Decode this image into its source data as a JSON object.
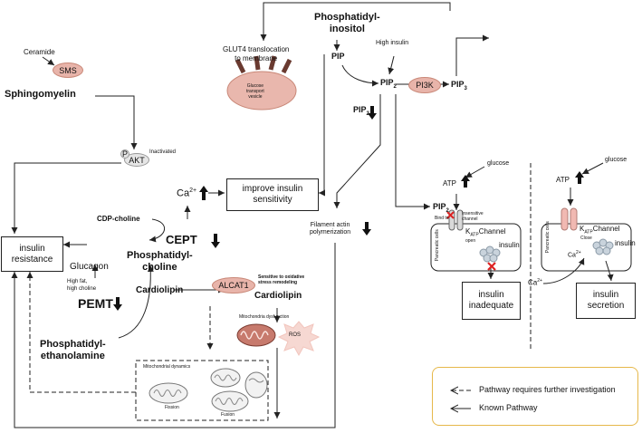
{
  "nodes": {
    "ceramide": "Ceramide",
    "sms": "SMS",
    "sphingomyelin": "Sphingomyelin",
    "akt_p": "P",
    "akt": "AKT",
    "inactivated": "Inactivated",
    "insulin_resistance": "insulin resistance",
    "glucagon": "Glucagon",
    "high_fat": "High fat,\nhigh choline",
    "pemt": "PEMT",
    "cdp_choline": "CDP-choline",
    "phosphatidylcholine": "Phosphatidyl-\ncholine",
    "cept": "CEPT",
    "ca": "Ca",
    "ca_sup": "2+",
    "improve_insulin": "improve insulin sensitivity",
    "cardiolipin_left": "Cardiolipin",
    "alcat1": "ALCAT1",
    "oxidative": "Sensitive to oxidative\nstress remodeling",
    "cardiolipin_right": "Cardiolipin",
    "mito_dysfunction": "Mitochondria dysfunction",
    "ros": "ROS",
    "phosphatidylethanolamine": "Phosphatidyl-\nethanolamine",
    "mito_dynamics": "Mitochondrial dynamics",
    "fission": "Fission",
    "fusion": "Fusion",
    "glut4": "GLUT4 translocation\nto membrane",
    "glucose_vesicle": "Glucose\ntransport\nvesicle",
    "phosphatidylinositol": "Phosphatidyl-\ninositol",
    "pip": "PIP",
    "high_insulin": "High insulin",
    "pip2": "PIP",
    "pip2_sub": "2",
    "pi3k": "PI3K",
    "pip3": "PIP",
    "pip3_sub": "3",
    "pip2_low": "PIP",
    "pip2_low_sub": "2",
    "filament": "Filament actin\npolymerization",
    "glucose_left": "glucose",
    "atp_left": "ATP",
    "pip2_cell": "PIP",
    "pip2_cell_sub": "2",
    "bind_to": "Bind to",
    "insensitive": "Insensitive\nchannel",
    "katp_left": "K",
    "katp_left_sub": "ATP",
    "katp_left_tail": "Channel",
    "open": "open",
    "insulin_left": "insulin",
    "pancreatic_left": "Pancreatic cells",
    "insulin_inadequate": "insulin\ninadequate",
    "glucose_right": "glucose",
    "atp_right": "ATP",
    "katp_right": "K",
    "katp_right_sub": "ATP",
    "katp_right_tail": "Channel",
    "close": "Close",
    "ca_cell": "Ca",
    "ca_cell_sup": "2+",
    "insulin_right": "insulin",
    "pancreatic_right": "Pancreatic cells",
    "ca_outside": "Ca",
    "ca_outside_sup": "2+",
    "insulin_secretion": "insulin\nsecretion"
  },
  "legend": {
    "dashed": "Pathway requires further investigation",
    "solid": "Known Pathway"
  },
  "colors": {
    "pink": "#e8b4aa",
    "pink_dark": "#b5705f",
    "vesicle": "#e9b7ad",
    "legend_border": "#e6b84a"
  }
}
